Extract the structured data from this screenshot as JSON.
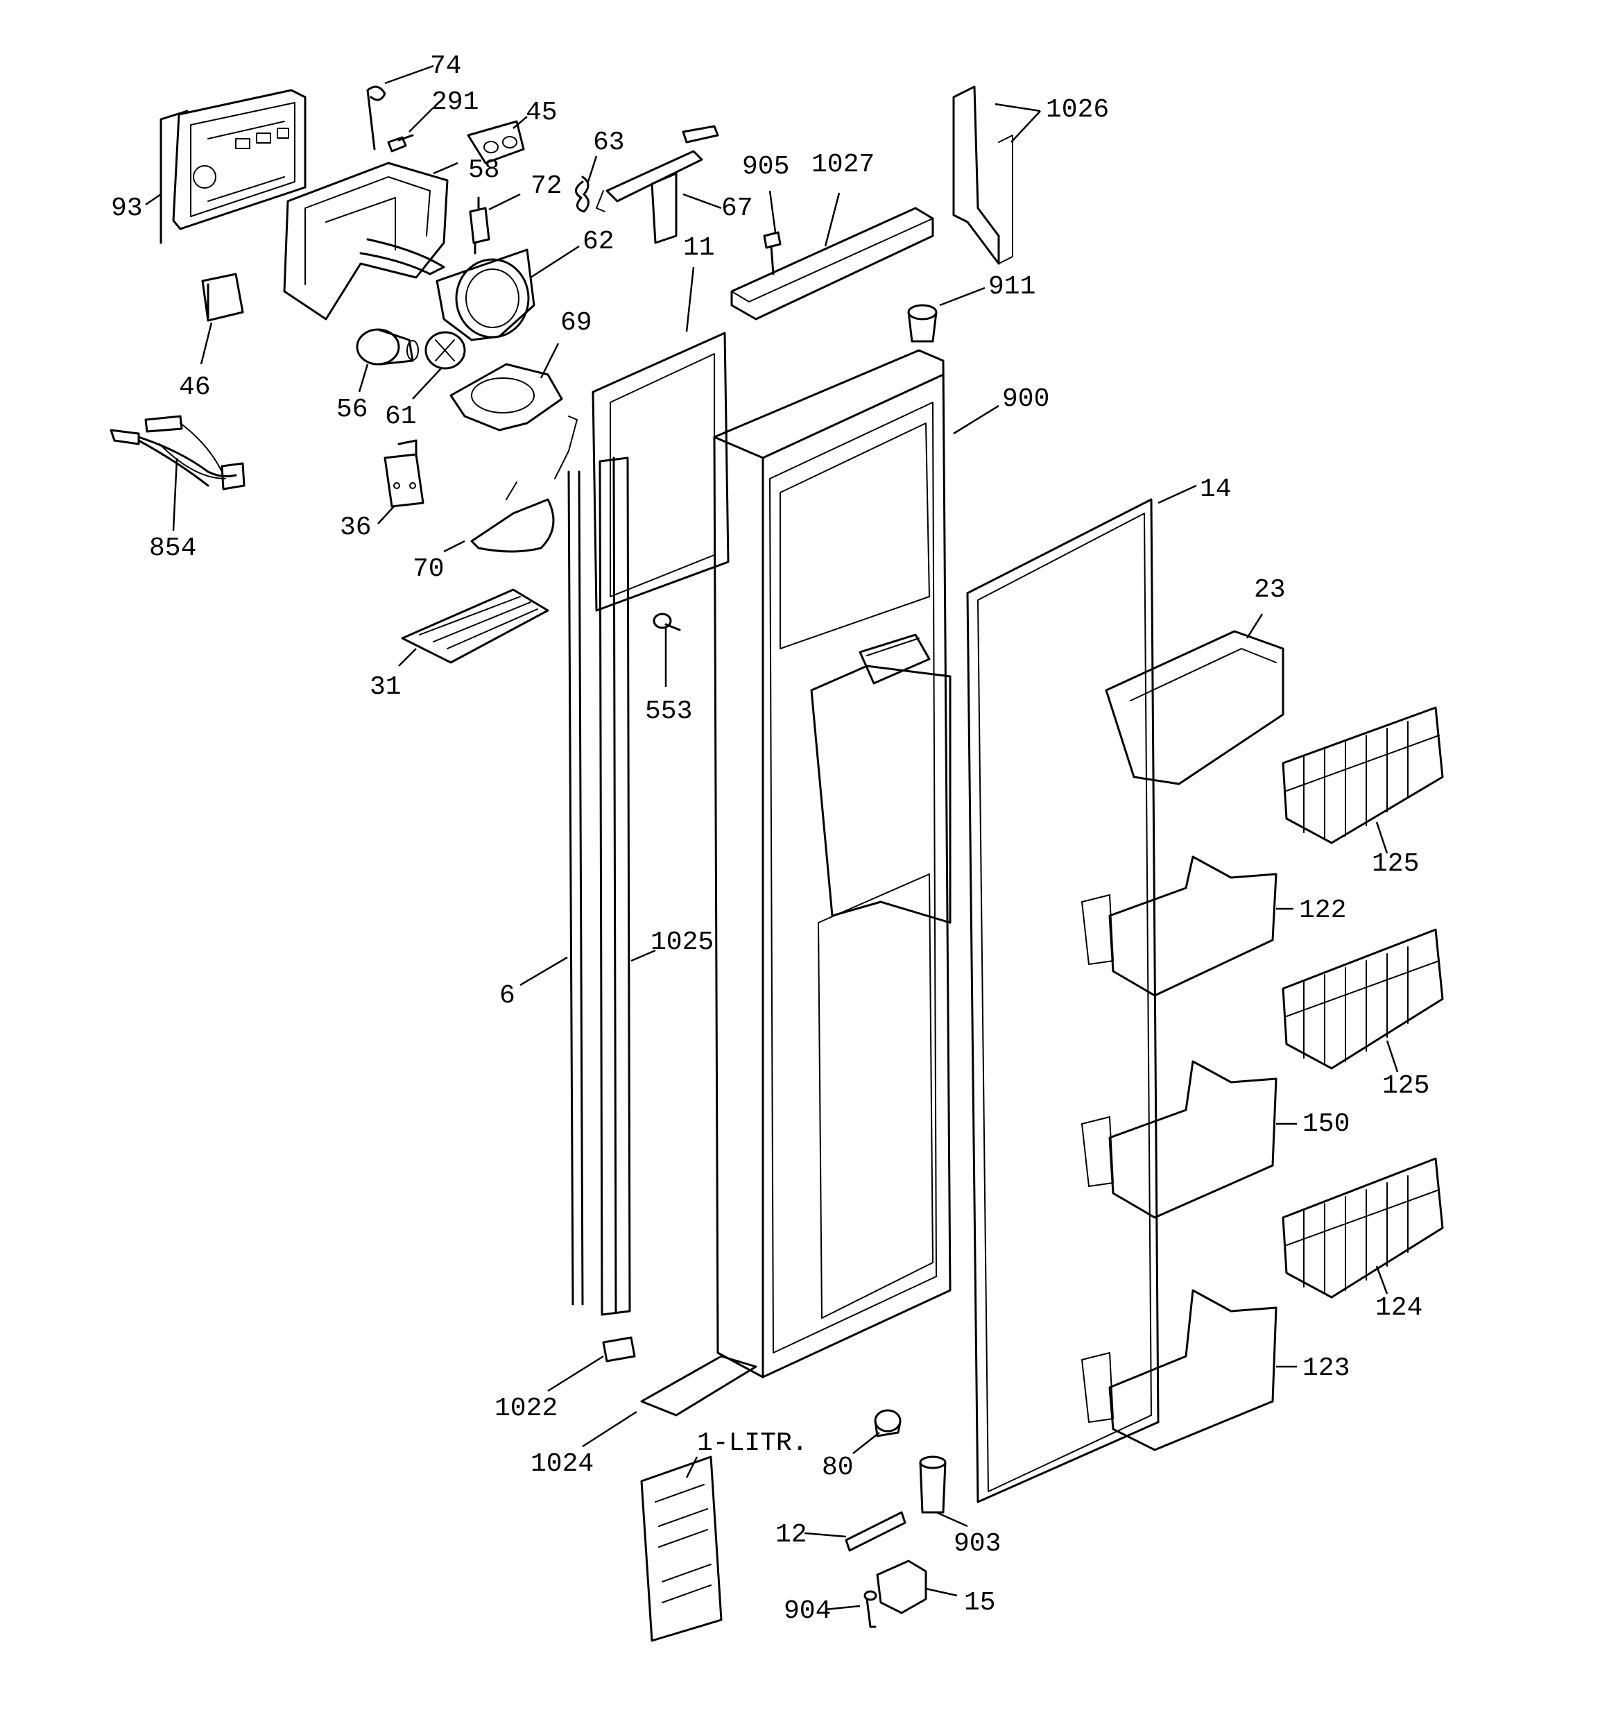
{
  "labels": {
    "l74": "74",
    "l291": "291",
    "l45": "45",
    "l93": "93",
    "l58": "58",
    "l63": "63",
    "l72": "72",
    "l905": "905",
    "l1027": "1027",
    "l1026": "1026",
    "l67": "67",
    "l62": "62",
    "l11": "11",
    "l911": "911",
    "l46": "46",
    "l69": "69",
    "l56": "56",
    "l61": "61",
    "l900": "900",
    "l854": "854",
    "l36": "36",
    "l14": "14",
    "l70": "70",
    "l23": "23",
    "l31": "31",
    "l553": "553",
    "l125a": "125",
    "l122": "122",
    "l1025": "1025",
    "l6": "6",
    "l125b": "125",
    "l150": "150",
    "l124": "124",
    "l123": "123",
    "l1022": "1022",
    "l1024": "1024",
    "l1litr": "1-LITR.",
    "l80": "80",
    "l903": "903",
    "l12": "12",
    "l15": "15",
    "l904": "904"
  }
}
